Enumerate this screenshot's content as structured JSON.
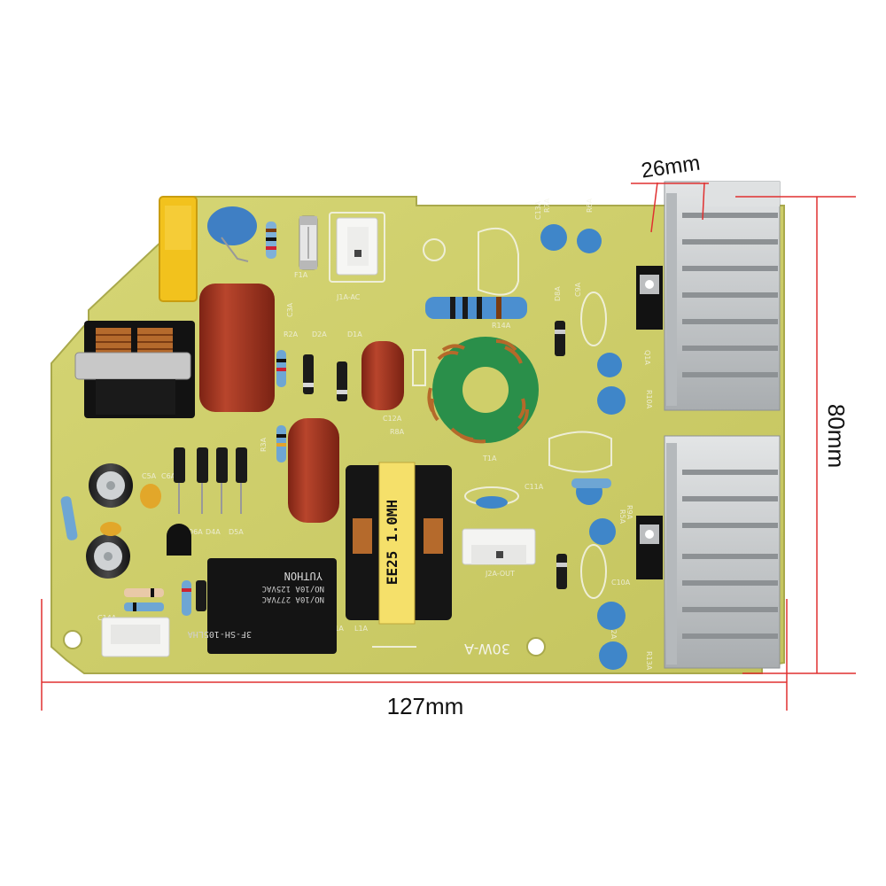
{
  "dimensions": {
    "width_label": "127mm",
    "height_label": "80mm",
    "heatsink_label": "26mm"
  },
  "board": {
    "model_silk": "30W-A",
    "inductor_marking": "EE25 1.0MH",
    "relay_lines": [
      "YUTHON",
      "NO/10A 125VAC",
      "NO/10A 277VAC",
      "3F-SH-105LHA"
    ],
    "silk_labels": [
      "J1A-AC",
      "J2A-OUT",
      "R14A",
      "Q1A",
      "Q2A",
      "T1A",
      "L1A",
      "K1A",
      "C3A",
      "D2A",
      "D1A",
      "C12A",
      "C9A",
      "R6A",
      "R7A",
      "C13A",
      "D8A",
      "R10A",
      "R13A",
      "C11A",
      "C10A",
      "D9A",
      "R9A",
      "R5A",
      "D4A",
      "D5A",
      "D6A",
      "C5A",
      "C6A",
      "F1A",
      "R1A",
      "R3A",
      "R2A",
      "C14A",
      "R8A",
      "R12A"
    ]
  },
  "colors": {
    "pcb": "#cfcf6a",
    "pcb_edge": "#b8b857",
    "silkscreen": "#f4f4ea",
    "heatsink": "#c9ccce",
    "capacitor_red": "#a2311f",
    "ceramic_blue": "#3f86c9",
    "dimension_red": "#e03030",
    "toroid_green": "#2a8f4a"
  }
}
